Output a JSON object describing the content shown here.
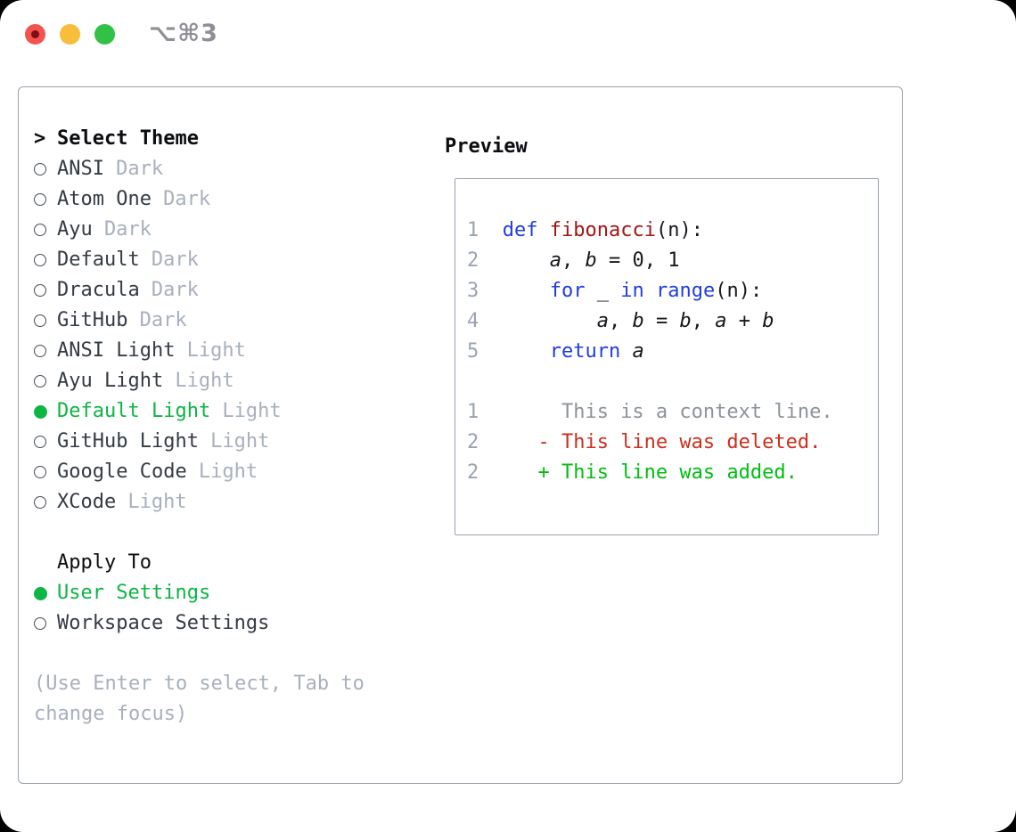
{
  "window": {
    "shortcut_label": "⌥⌘3",
    "traffic_lights": [
      "close-button",
      "minimize-button",
      "zoom-button"
    ]
  },
  "selector": {
    "title_marker": ">",
    "title": "Select Theme",
    "themes": [
      {
        "name": "ANSI",
        "tag": "Dark",
        "selected": false
      },
      {
        "name": "Atom One",
        "tag": "Dark",
        "selected": false
      },
      {
        "name": "Ayu",
        "tag": "Dark",
        "selected": false
      },
      {
        "name": "Default",
        "tag": "Dark",
        "selected": false
      },
      {
        "name": "Dracula",
        "tag": "Dark",
        "selected": false
      },
      {
        "name": "GitHub",
        "tag": "Dark",
        "selected": false
      },
      {
        "name": "ANSI Light",
        "tag": "Light",
        "selected": false
      },
      {
        "name": "Ayu Light",
        "tag": "Light",
        "selected": false
      },
      {
        "name": "Default Light",
        "tag": "Light",
        "selected": true
      },
      {
        "name": "GitHub Light",
        "tag": "Light",
        "selected": false
      },
      {
        "name": "Google Code",
        "tag": "Light",
        "selected": false
      },
      {
        "name": "XCode",
        "tag": "Light",
        "selected": false
      }
    ],
    "apply_to": {
      "title": "Apply To",
      "options": [
        {
          "name": "User Settings",
          "selected": true
        },
        {
          "name": "Workspace Settings",
          "selected": false
        }
      ]
    },
    "hint": "(Use Enter to select, Tab to change focus)"
  },
  "preview": {
    "title": "Preview",
    "lines": [
      {
        "segments": [
          [
            "num",
            "1"
          ],
          [
            "pln",
            "  "
          ],
          [
            "kw",
            "def"
          ],
          [
            "pln",
            " "
          ],
          [
            "fn",
            "fibonacci"
          ],
          [
            "pln",
            "(n):"
          ]
        ]
      },
      {
        "segments": [
          [
            "num",
            "2"
          ],
          [
            "pln",
            "      "
          ],
          [
            "var",
            "a"
          ],
          [
            "pln",
            ", "
          ],
          [
            "var",
            "b"
          ],
          [
            "pln",
            " = 0, 1"
          ]
        ]
      },
      {
        "segments": [
          [
            "num",
            "3"
          ],
          [
            "pln",
            "      "
          ],
          [
            "kw",
            "for"
          ],
          [
            "pln",
            " _ "
          ],
          [
            "kw",
            "in"
          ],
          [
            "pln",
            " "
          ],
          [
            "kw",
            "range"
          ],
          [
            "pln",
            "(n):"
          ]
        ]
      },
      {
        "segments": [
          [
            "num",
            "4"
          ],
          [
            "pln",
            "          "
          ],
          [
            "var",
            "a"
          ],
          [
            "pln",
            ", "
          ],
          [
            "var",
            "b"
          ],
          [
            "pln",
            " = "
          ],
          [
            "var",
            "b"
          ],
          [
            "pln",
            ", "
          ],
          [
            "var",
            "a"
          ],
          [
            "pln",
            " + "
          ],
          [
            "var",
            "b"
          ]
        ]
      },
      {
        "segments": [
          [
            "num",
            "5"
          ],
          [
            "pln",
            "      "
          ],
          [
            "kw",
            "return"
          ],
          [
            "pln",
            " "
          ],
          [
            "var",
            "a"
          ]
        ]
      },
      {
        "segments": []
      },
      {
        "segments": [
          [
            "num",
            "1"
          ],
          [
            "ctx",
            "       This is a context line."
          ]
        ]
      },
      {
        "segments": [
          [
            "num",
            "2"
          ],
          [
            "del",
            "     - This line was deleted."
          ]
        ]
      },
      {
        "segments": [
          [
            "num",
            "2"
          ],
          [
            "add",
            "     + This line was added."
          ]
        ]
      }
    ]
  },
  "colors": {
    "selected_green": "#0db544",
    "added_green": "#00bd12",
    "deleted_red": "#cb2f1d",
    "keyword_blue": "#1f3de3",
    "function_red": "#a31515",
    "line_number_gray": "#9aa4b2",
    "context_gray": "#8d939c",
    "tag_gray": "#a8b0bd",
    "item_text": "#343b44",
    "panel_border": "#9aa2ae",
    "traffic_red": "#f4544e",
    "traffic_yellow": "#f7bd3b",
    "traffic_green": "#30c145",
    "shortcut_gray": "#8e9095"
  }
}
